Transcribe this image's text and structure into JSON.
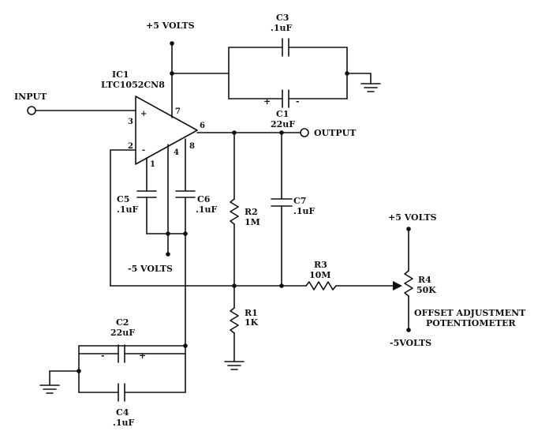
{
  "labels": {
    "plus5_top": "+5 VOLTS",
    "ic_name": "IC1",
    "ic_part": "LTC1052CN8",
    "input": "INPUT",
    "output": "OUTPUT",
    "minus5": "-5 VOLTS",
    "plus5_right": "+5 VOLTS",
    "minus5_right": "-5VOLTS",
    "offset_line1": "OFFSET ADJUSTMENT",
    "offset_line2": "POTENTIOMETER"
  },
  "pins": {
    "p3": "3",
    "p2": "2",
    "p7": "7",
    "p6": "6",
    "p4": "4",
    "p8": "8",
    "p1": "1",
    "plus": "+",
    "minus": "-"
  },
  "components": {
    "c3": {
      "name": "C3",
      "value": ".1uF"
    },
    "c1": {
      "name": "C1",
      "value": "22uF",
      "plus": "+",
      "minus": "-"
    },
    "c5": {
      "name": "C5",
      "value": ".1uF"
    },
    "c6": {
      "name": "C6",
      "value": ".1uF"
    },
    "c7": {
      "name": "C7",
      "value": ".1uF"
    },
    "r2": {
      "name": "R2",
      "value": "1M"
    },
    "r1": {
      "name": "R1",
      "value": "1K"
    },
    "r3": {
      "name": "R3",
      "value": "10M"
    },
    "r4": {
      "name": "R4",
      "value": "50K"
    },
    "c2": {
      "name": "C2",
      "value": "22uF",
      "minus": "-",
      "plus": "+"
    },
    "c4": {
      "name": "C4",
      "value": ".1uF"
    }
  }
}
